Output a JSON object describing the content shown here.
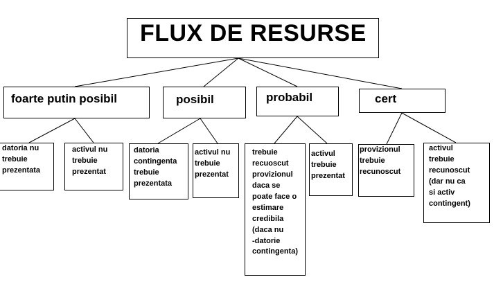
{
  "title": "FLUX DE RESURSE",
  "categories": [
    {
      "label": "foarte putin posibil",
      "children": [
        "datoria nu\ntrebuie\nprezentata",
        "activul nu\ntrebuie\nprezentat"
      ]
    },
    {
      "label": "posibil",
      "children": [
        "datoria\ncontingenta\ntrebuie\nprezentata",
        "activul nu\ntrebuie\nprezentat"
      ]
    },
    {
      "label": "probabil",
      "children": [
        "trebuie\nrecuoscut\nprovizionul\ndaca se\npoate face o\nestimare\ncredibila\n(daca nu\n-datorie\ncontingenta)",
        "activul\ntrebuie\nprezentat"
      ]
    },
    {
      "label": "cert",
      "children": [
        "provizionul\ntrebuie\nrecunoscut",
        "activul\ntrebuie\nrecunoscut\n(dar nu ca\nsi activ\ncontingent)"
      ]
    }
  ]
}
